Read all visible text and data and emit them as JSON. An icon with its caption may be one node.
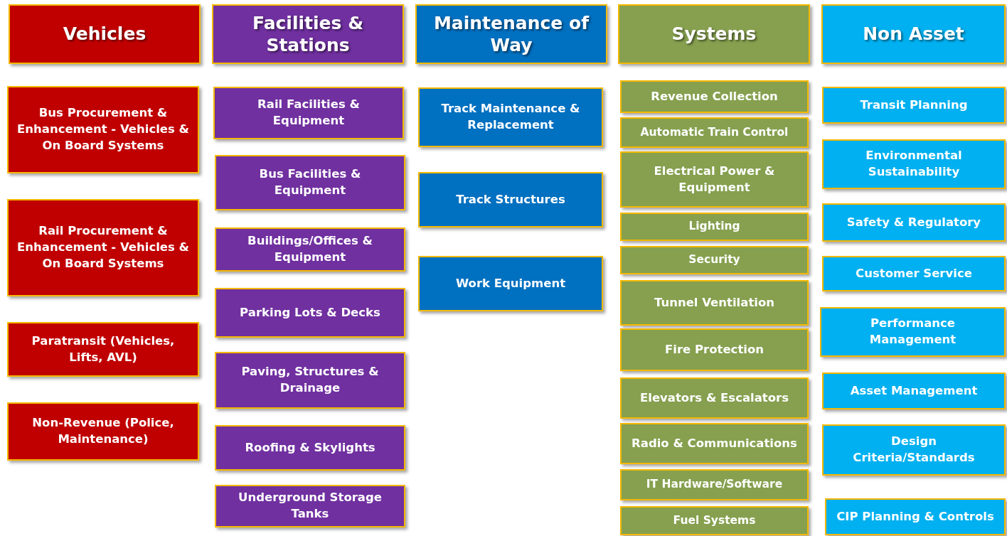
{
  "diagram": {
    "nodes": [
      {
        "text": [
          "Vehicles"
        ]
      },
      {
        "text": [
          "Bus Procurement & Enhancement - Vehicles & On Board Systems"
        ]
      },
      {
        "text": [
          "Rail  Procurement & Enhancement - Vehicles & On Board Systems"
        ]
      },
      {
        "text": [
          "Paratransit (Vehicles, Lifts, AVL)"
        ]
      },
      {
        "text": [
          "Non-Revenue (Police, Maintenance)"
        ]
      },
      {
        "text": [
          "Facilities & Stations"
        ]
      },
      {
        "text": [
          "Rail Facilities & Equipment"
        ]
      },
      {
        "text": [
          "Bus Facilities & Equipment"
        ]
      },
      {
        "text": [
          "Buildings/Offices & Equipment"
        ]
      },
      {
        "text": [
          "Parking Lots & Decks"
        ]
      },
      {
        "text": [
          "Paving, Structures & Drainage"
        ]
      },
      {
        "text": [
          "Roofing & Skylights"
        ]
      },
      {
        "text": [
          "Underground Storage Tanks"
        ]
      },
      {
        "text": [
          "Maintenance of Way"
        ]
      },
      {
        "text": [
          "Track Maintenance & Replacement"
        ]
      },
      {
        "text": [
          "Track Structures"
        ]
      },
      {
        "text": [
          "Work Equipment"
        ]
      },
      {
        "text": [
          "Systems"
        ]
      },
      {
        "text": [
          "Revenue Collection"
        ]
      },
      {
        "text": [
          "Automatic Train Control"
        ]
      },
      {
        "text": [
          "Electrical Power & Equipment"
        ]
      },
      {
        "text": [
          "Lighting"
        ]
      },
      {
        "text": [
          "Security"
        ]
      },
      {
        "text": [
          "Tunnel Ventilation"
        ]
      },
      {
        "text": [
          "Fire Protection"
        ]
      },
      {
        "text": [
          "Elevators & Escalators"
        ]
      },
      {
        "text": [
          "Radio & Communications"
        ]
      },
      {
        "text": [
          "IT Hardware/Software"
        ]
      },
      {
        "text": [
          "Fuel Systems"
        ]
      },
      {
        "text": [
          "Non Asset"
        ]
      },
      {
        "text": [
          "Transit Planning"
        ]
      },
      {
        "text": [
          "Environmental Sustainability"
        ]
      },
      {
        "text": [
          "Safety & Regulatory"
        ]
      },
      {
        "text": [
          "Customer Service"
        ]
      },
      {
        "text": [
          "Performance Management"
        ]
      },
      {
        "text": [
          "Asset Management"
        ]
      },
      {
        "text": [
          "Design Criteria/Standards"
        ]
      },
      {
        "text": [
          "CIP Planning & Controls"
        ]
      }
    ]
  }
}
